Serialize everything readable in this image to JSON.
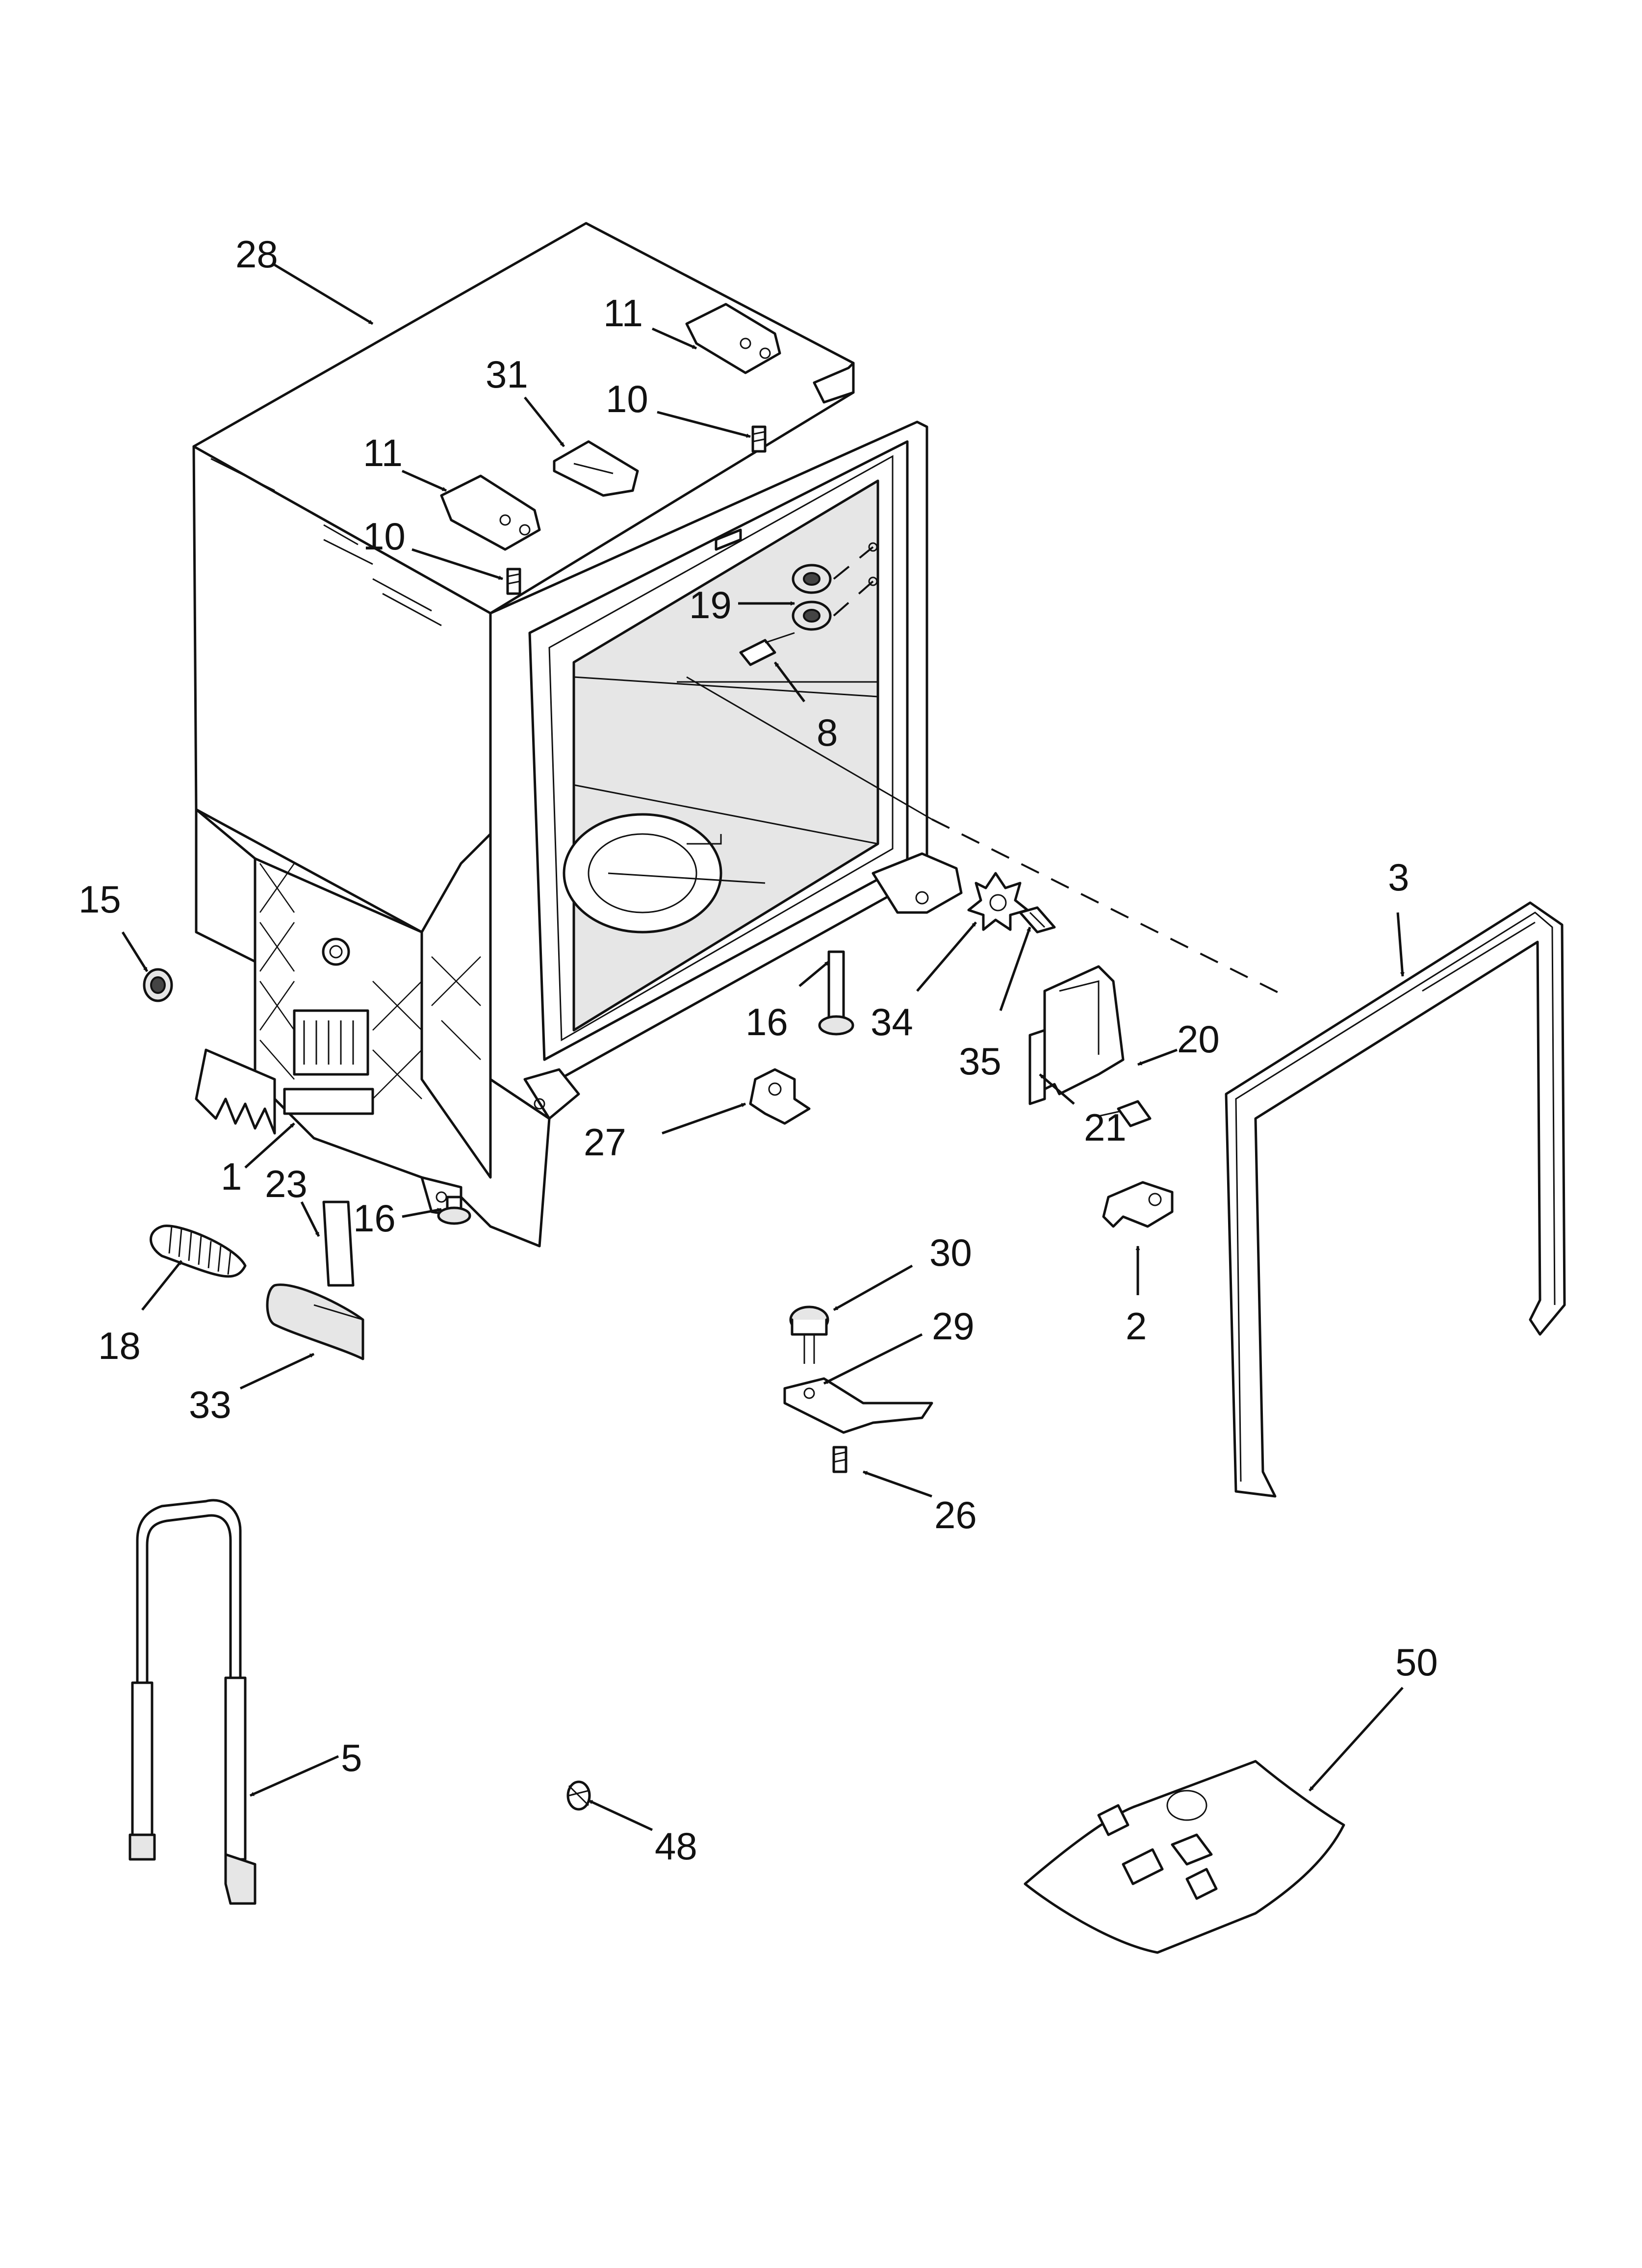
{
  "diagram": {
    "type": "exploded-parts-diagram",
    "callouts": [
      {
        "id": "c28",
        "label": "28"
      },
      {
        "id": "c11a",
        "label": "11"
      },
      {
        "id": "c31",
        "label": "31"
      },
      {
        "id": "c10a",
        "label": "10"
      },
      {
        "id": "c11b",
        "label": "11"
      },
      {
        "id": "c10b",
        "label": "10"
      },
      {
        "id": "c19",
        "label": "19"
      },
      {
        "id": "c8",
        "label": "8"
      },
      {
        "id": "c3",
        "label": "3"
      },
      {
        "id": "c15",
        "label": "15"
      },
      {
        "id": "c16a",
        "label": "16"
      },
      {
        "id": "c34",
        "label": "34"
      },
      {
        "id": "c35",
        "label": "35"
      },
      {
        "id": "c20",
        "label": "20"
      },
      {
        "id": "c21",
        "label": "21"
      },
      {
        "id": "c27",
        "label": "27"
      },
      {
        "id": "c1",
        "label": "1"
      },
      {
        "id": "c23",
        "label": "23"
      },
      {
        "id": "c16b",
        "label": "16"
      },
      {
        "id": "c18",
        "label": "18"
      },
      {
        "id": "c33",
        "label": "33"
      },
      {
        "id": "c30",
        "label": "30"
      },
      {
        "id": "c29",
        "label": "29"
      },
      {
        "id": "c2",
        "label": "2"
      },
      {
        "id": "c26",
        "label": "26"
      },
      {
        "id": "c50",
        "label": "50"
      },
      {
        "id": "c5",
        "label": "5"
      },
      {
        "id": "c48",
        "label": "48"
      }
    ]
  },
  "arrow_marker": "filled-triangle-arrowhead"
}
